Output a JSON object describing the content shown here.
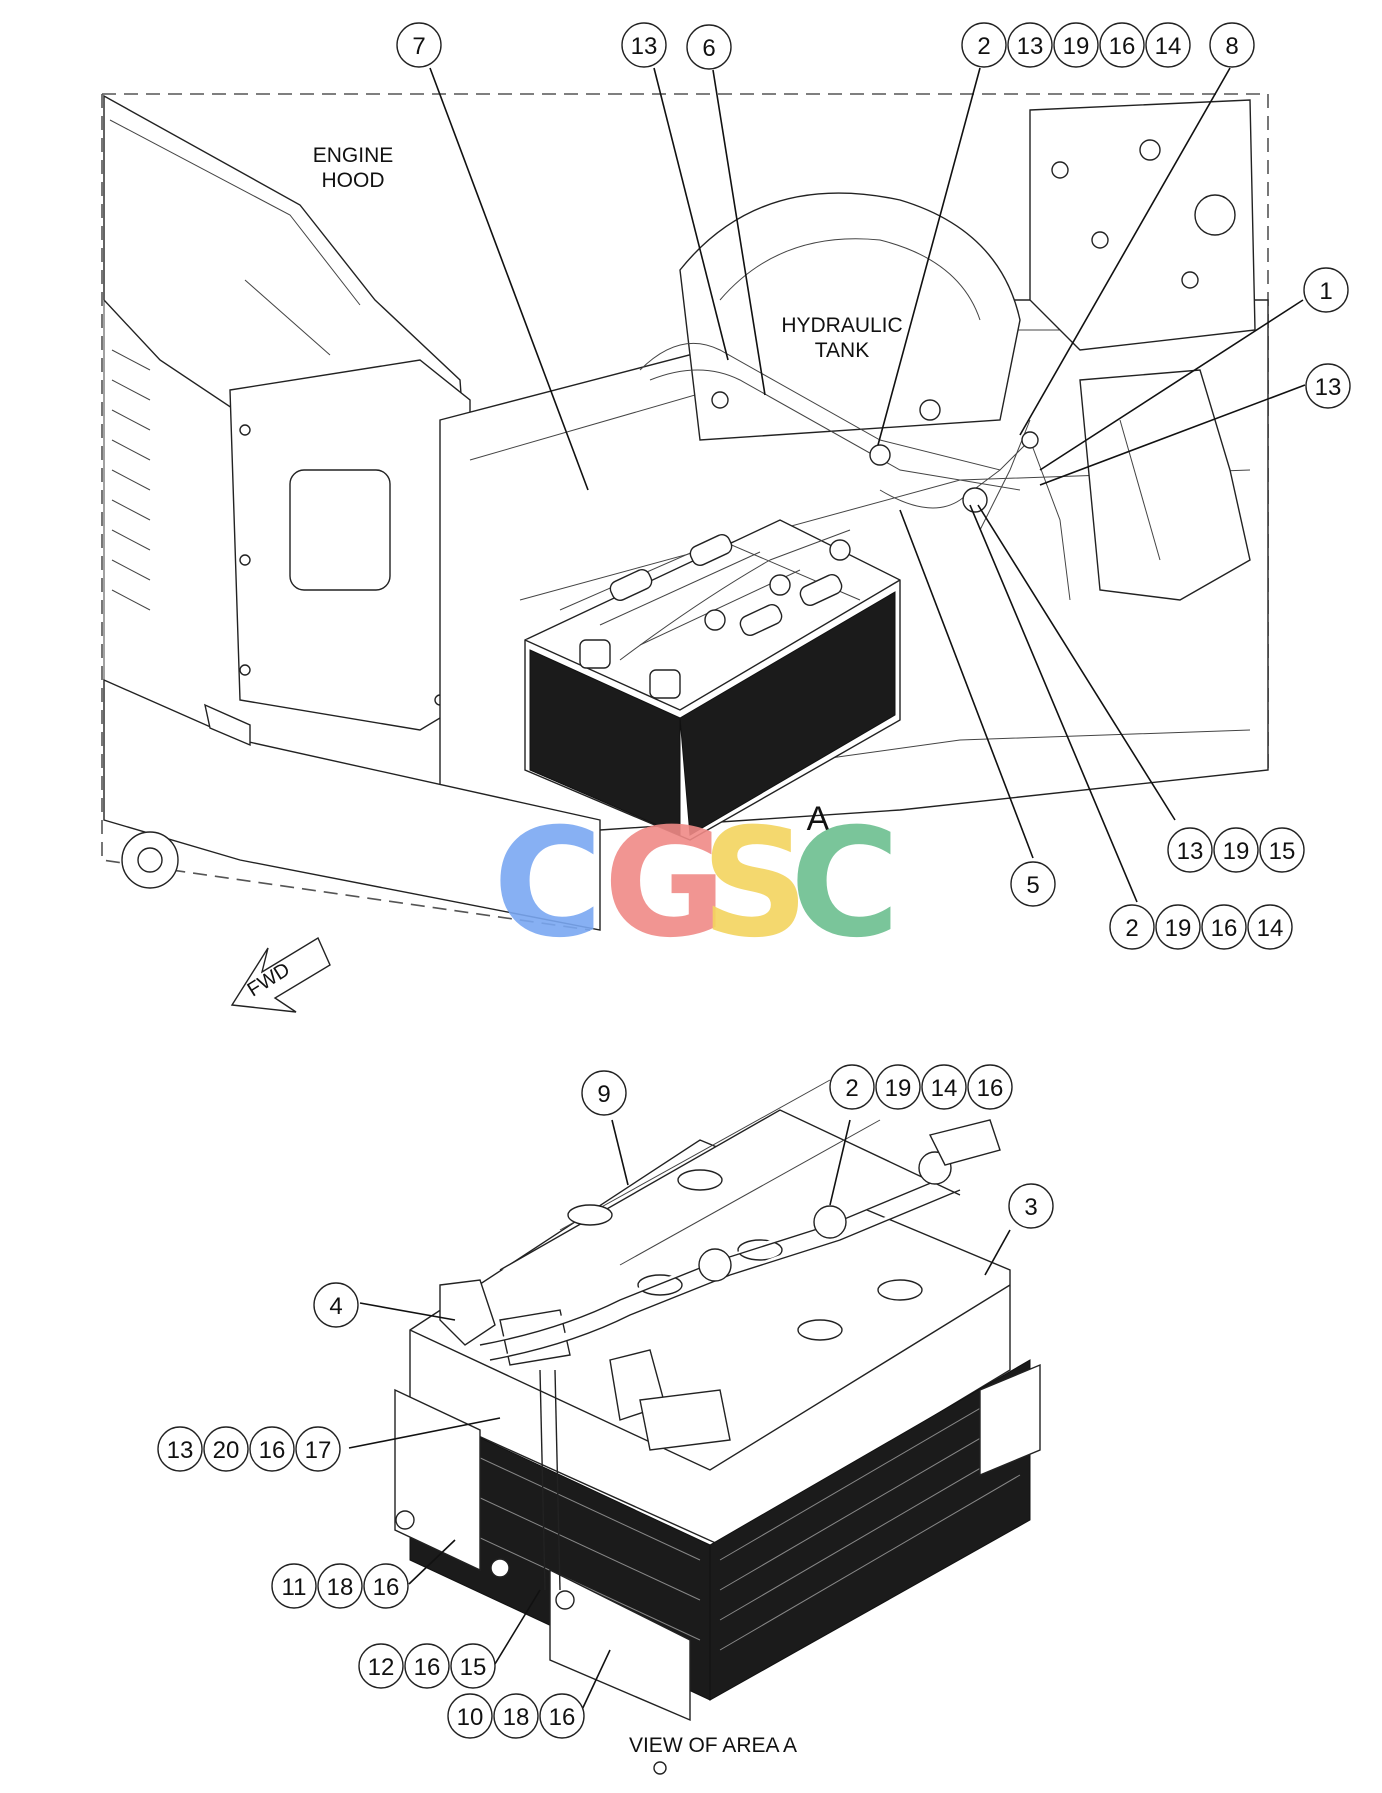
{
  "labels": {
    "engine_hood_1": "ENGINE",
    "engine_hood_2": "HOOD",
    "hydraulic_tank_1": "HYDRAULIC",
    "hydraulic_tank_2": "TANK",
    "area_a": "A",
    "fwd": "FWD",
    "view_of_area_a": "VIEW OF AREA A"
  },
  "watermark": {
    "letters": [
      "C",
      "G",
      "S",
      "C"
    ],
    "colors": [
      "#7aa7f2",
      "#f08a86",
      "#f3d45e",
      "#6cbf8f"
    ]
  },
  "callouts": {
    "g1": [
      "7"
    ],
    "g2": [
      "13"
    ],
    "g3": [
      "6"
    ],
    "g4": [
      "2",
      "13",
      "19",
      "16",
      "14"
    ],
    "g5": [
      "8"
    ],
    "g6": [
      "1"
    ],
    "g7": [
      "13"
    ],
    "g8": [
      "13",
      "19",
      "15"
    ],
    "g9": [
      "5"
    ],
    "g10": [
      "2",
      "19",
      "16",
      "14"
    ],
    "g11": [
      "9"
    ],
    "g12": [
      "2",
      "19",
      "14",
      "16"
    ],
    "g13": [
      "3"
    ],
    "g14": [
      "4"
    ],
    "g15": [
      "13",
      "20",
      "16",
      "17"
    ],
    "g16": [
      "11",
      "18",
      "16"
    ],
    "g17": [
      "12",
      "16",
      "15"
    ],
    "g18": [
      "10",
      "18",
      "16"
    ]
  },
  "colors": {
    "line": "#111111",
    "background": "#ffffff"
  }
}
